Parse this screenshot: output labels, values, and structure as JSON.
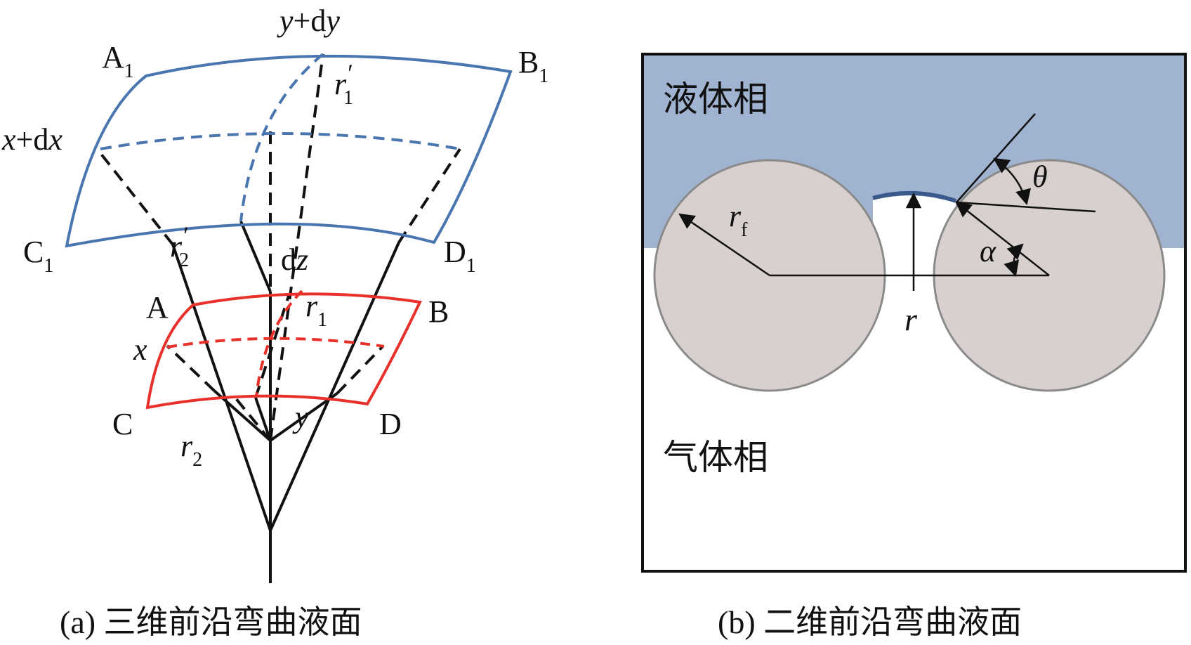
{
  "panel_a": {
    "caption": "(a) 三维前沿弯曲液面",
    "labels": {
      "A1_main": "A",
      "A1_sub": "1",
      "B1_main": "B",
      "B1_sub": "1",
      "C1_main": "C",
      "C1_sub": "1",
      "D1_main": "D",
      "D1_sub": "1",
      "A": "A",
      "B": "B",
      "C": "C",
      "D": "D",
      "y_dy_var": "y",
      "y_dy_rest": "+d",
      "y_dy_var2": "y",
      "x_dx_var": "x",
      "x_dx_rest": "+d",
      "x_dx_var2": "x",
      "r1p_main": "r",
      "r1p_prime": "′",
      "r1p_sub": "1",
      "r2p_main": "r",
      "r2p_prime": "′",
      "r2p_sub": "2",
      "dz_d": "d",
      "dz_z": "z",
      "r1_main": "r",
      "r1_sub": "1",
      "r2_main": "r",
      "r2_sub": "2",
      "x": "x",
      "y": "y"
    },
    "colors": {
      "upper_surface": "#4a76b0",
      "lower_surface": "#e8312a",
      "lines": "#111111"
    }
  },
  "panel_b": {
    "caption": "(b) 二维前沿弯曲液面",
    "liquid_label": "液体相",
    "gas_label": "气体相",
    "labels": {
      "rf_main": "r",
      "rf_sub": "f",
      "r": "r",
      "alpha": "α",
      "theta": "θ"
    },
    "colors": {
      "liquid": "#a0b4d2",
      "gas": "#ffffff",
      "particle": "#d8d0cf",
      "particle_edge": "#8a8a8a",
      "meniscus": "#3a5a8c",
      "frame": "#111111"
    }
  }
}
